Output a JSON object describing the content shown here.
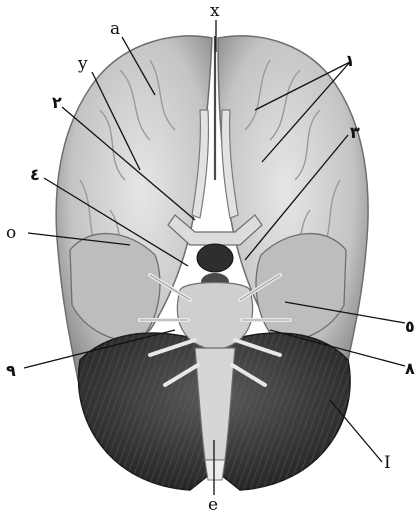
{
  "figure": {
    "labels": {
      "x": "x",
      "a": "a",
      "y": "y",
      "o": "o",
      "I": "I",
      "e": "e",
      "n1": "۱",
      "n2": "۲",
      "n3": "۳",
      "n4": "٤",
      "n5": "٥",
      "n8": "٨",
      "n9": "٩"
    },
    "colors": {
      "cerebrum": "#d2d2d2",
      "cerebrum_shadow": "#8a8a8a",
      "cerebellum": "#3a3a3a",
      "brainstem": "#c9c9c9",
      "nerves": "#e8e8e8",
      "leader_lines": "#111111"
    }
  }
}
